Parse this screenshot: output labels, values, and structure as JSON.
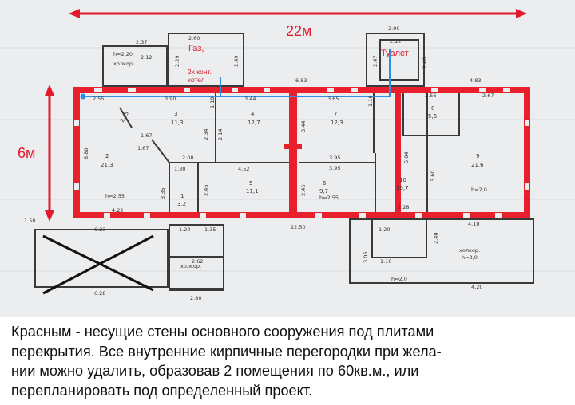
{
  "plan": {
    "width_label": "22м",
    "height_label": "6м",
    "gas_label": "Газ,",
    "gas_sub1": "2х конт.",
    "gas_sub2": "котел",
    "toilet_label": "Туалет",
    "rooms": [
      {
        "num": "3",
        "area": "11,3"
      },
      {
        "num": "4",
        "area": "12,7"
      },
      {
        "num": "7",
        "area": "12,3"
      },
      {
        "num": "8",
        "area": "5,6"
      },
      {
        "num": "2",
        "area": "21,3"
      },
      {
        "num": "9",
        "area": "21,6"
      },
      {
        "num": "5",
        "area": "11,1"
      },
      {
        "num": "6",
        "area": "9,7"
      },
      {
        "num": "10",
        "area": "10,7"
      },
      {
        "num": "1",
        "area": "3,2"
      }
    ],
    "dims": [
      "2.37",
      "2.60",
      "2.12",
      "2.90",
      "2.12",
      "6.83",
      "4.83",
      "2.55",
      "3.90",
      "3.44",
      "3.65",
      "2.67",
      "2.56",
      "1.67",
      "1.67",
      "2.08",
      "4.52",
      "3.95",
      "3.95",
      "2.28",
      "1.30",
      "4.22",
      "22.50",
      "4.10",
      "6.23",
      "1.20",
      "1.35",
      "2.62",
      "2.80",
      "6.28",
      "4.20",
      "5.04",
      "3.60",
      "6.80",
      "3.44",
      "2.46",
      "2.46",
      "2.34",
      "2.14",
      "2.29",
      "2.49",
      "2.47",
      "2.40",
      "1.16",
      "1.10",
      "3.35",
      "2.45",
      "1.50",
      "1.20",
      "3.06",
      "1.10",
      "2.40"
    ],
    "h_labels": [
      "h=2,55",
      "h=2,55",
      "h=2,0",
      "h=2,0",
      "h=2,20",
      "h=2,0"
    ],
    "korridor": "холкор."
  },
  "caption": {
    "line1": "Красным - несущие стены основного сооружения под плитами",
    "line2": "перекрытия. Все внутренние кирпичные перегородки при жела-",
    "line3": "нии можно удалить, образовав 2 помещения по 60кв.м., или",
    "line4": "перепланировать под определенный проект."
  },
  "colors": {
    "bearing_wall": "#e8202e",
    "arrow": "#e11b2b",
    "pipe": "#2f8fe0",
    "plan_bg": "#ecedef"
  }
}
